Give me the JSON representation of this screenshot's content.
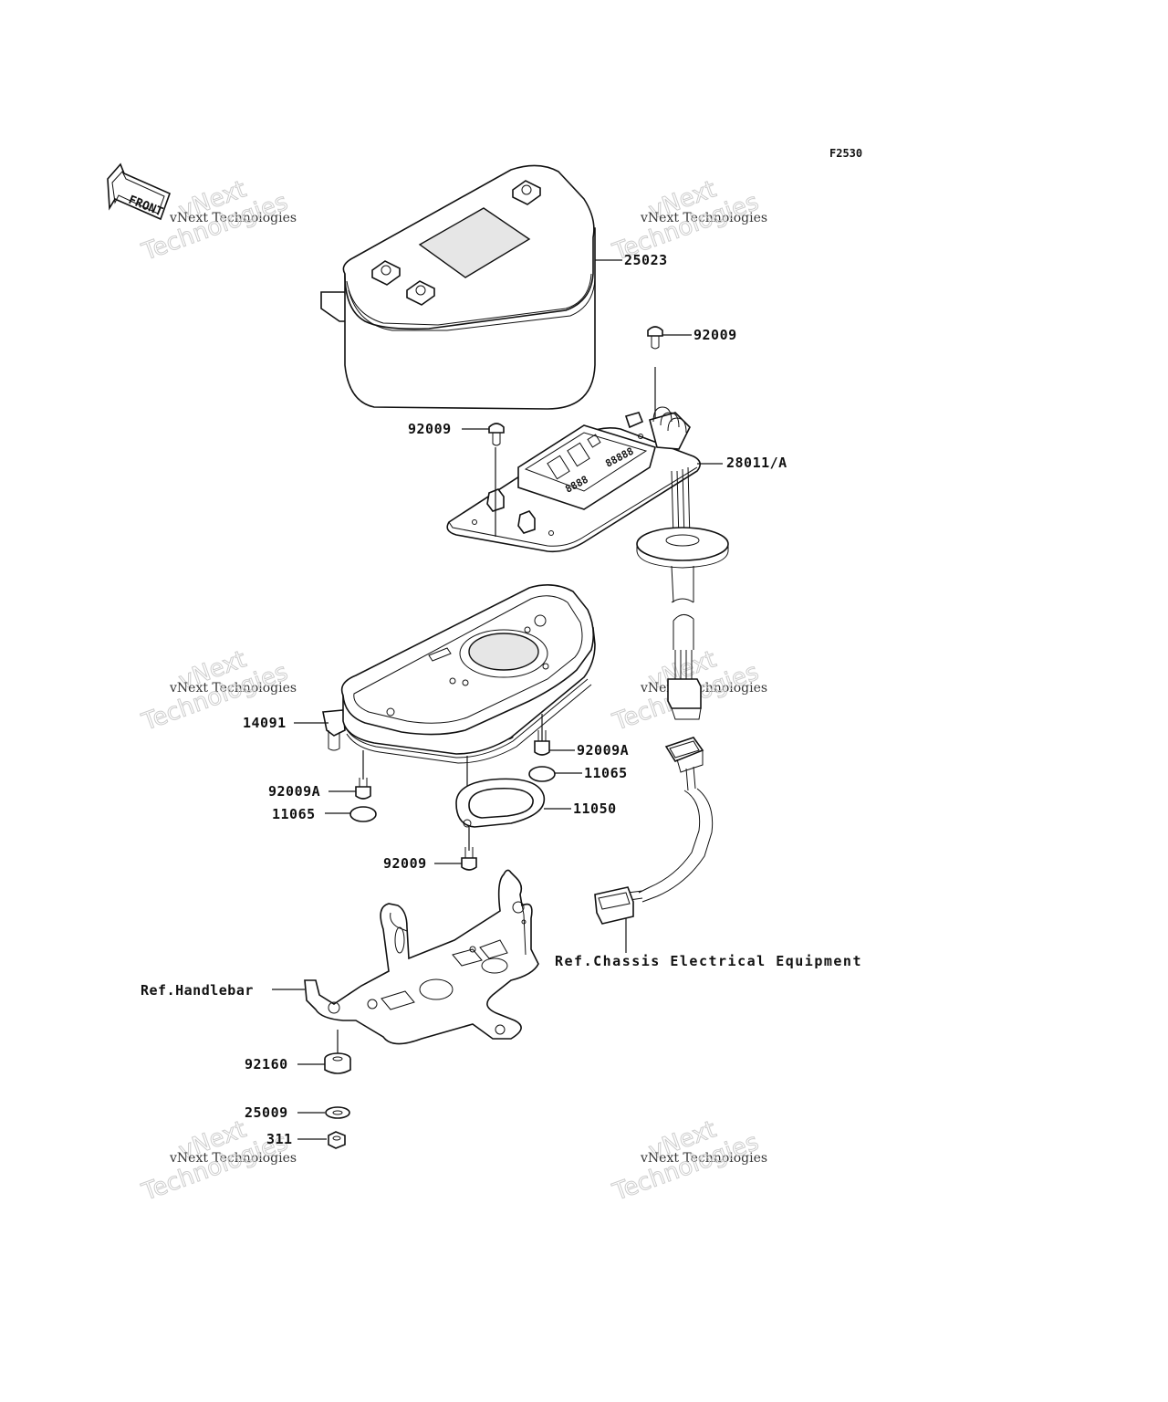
{
  "figure_code": "F2530",
  "front_arrow_label": "FRONT",
  "watermark": {
    "line1": "vNext Technologies",
    "line2": "Technologies",
    "line3": "vNext"
  },
  "callouts": {
    "p25023": "25023",
    "p92009_top": "92009",
    "p92009_left": "92009",
    "p28011A": "28011/A",
    "p14091": "14091",
    "p92009A_right": "92009A",
    "p11065_right": "11065",
    "p92009A_left": "92009A",
    "p11065_left": "11065",
    "p11050": "11050",
    "p92009_bottom": "92009",
    "ref_chassis": "Ref.Chassis Electrical Equipment",
    "ref_handlebar": "Ref.Handlebar",
    "p92160": "92160",
    "p25009": "25009",
    "p311": "311"
  },
  "meter_display": {
    "left_digits": "8888",
    "right_digits": "88888"
  }
}
